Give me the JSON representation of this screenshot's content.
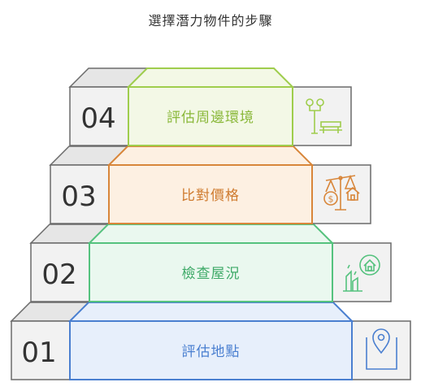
{
  "title": "選擇潛力物件的步驟",
  "colors": {
    "step_gray_fill": "#f2f2f2",
    "step_gray_top": "#e6e6e6",
    "step_gray_stroke": "#6b6b6b"
  },
  "steps": [
    {
      "number": "01",
      "label": "評估地點",
      "icon": "map-pin-icon",
      "fill": "#e7effb",
      "stroke": "#4a7fd0",
      "text": "#4a7fd0"
    },
    {
      "number": "02",
      "label": "檢查屋況",
      "icon": "house-inspection-icon",
      "fill": "#eaf8ef",
      "stroke": "#55c27e",
      "text": "#3faa68"
    },
    {
      "number": "03",
      "label": "比對價格",
      "icon": "price-scale-icon",
      "fill": "#fdf0e2",
      "stroke": "#d8863a",
      "text": "#cf7b2f"
    },
    {
      "number": "04",
      "label": "評估周邊環境",
      "icon": "park-bench-icon",
      "fill": "#f3f8e6",
      "stroke": "#9fcd4d",
      "text": "#8ab83a"
    }
  ]
}
